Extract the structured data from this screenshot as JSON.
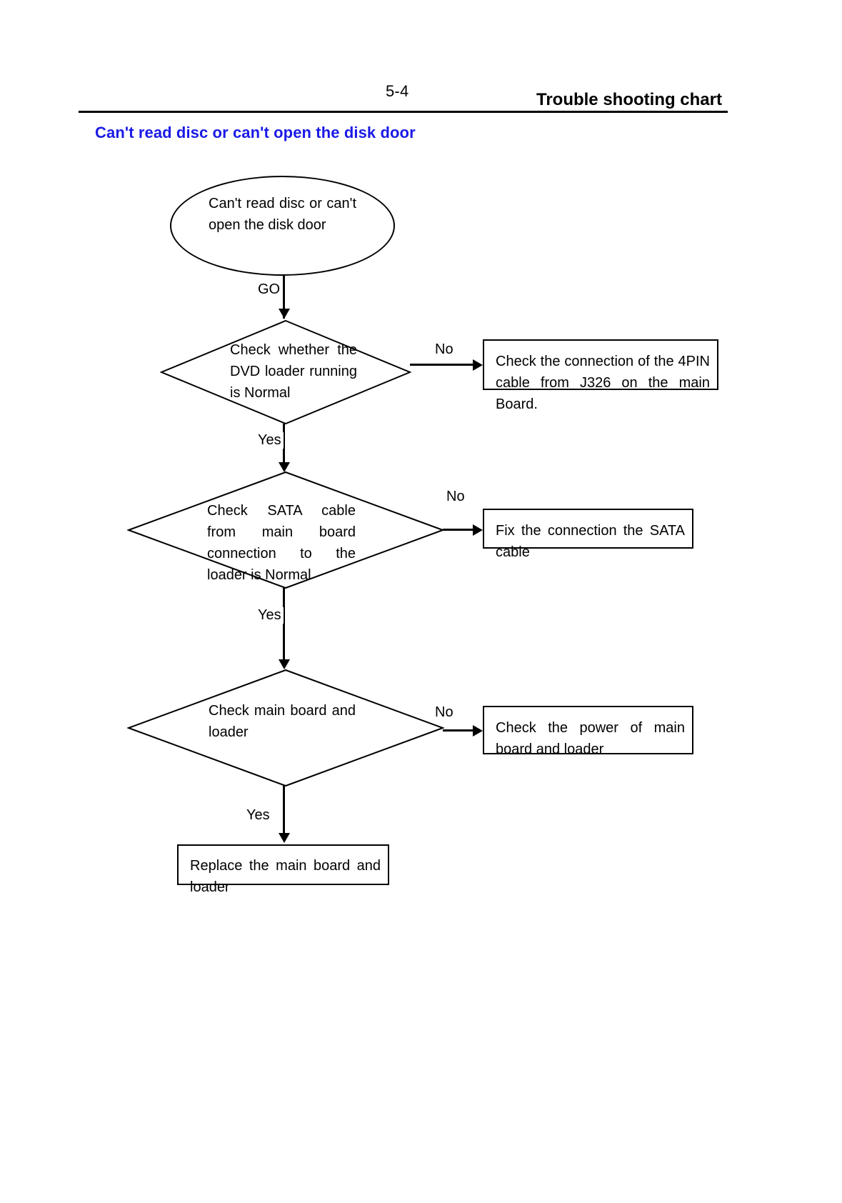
{
  "header": {
    "page_number": "5-4",
    "title": "Trouble shooting chart"
  },
  "section": {
    "heading": "Can't read disc or can't open the disk door"
  },
  "flowchart": {
    "start": {
      "label": "Can't read disc or can't open the disk door"
    },
    "edges": {
      "go": "GO",
      "yes": "Yes",
      "no": "No"
    },
    "steps": [
      {
        "decision": "Check whether the DVD loader running is Normal",
        "no_label": "No",
        "yes_label": "Yes",
        "action": "Check the connection of the 4PIN cable from J326 on the main Board."
      },
      {
        "decision": "Check SATA cable from main board connection to the loader is Normal",
        "no_label": "No",
        "yes_label": "Yes",
        "action": "Fix the connection the SATA cable"
      },
      {
        "decision": "Check main board and loader",
        "no_label": "No",
        "yes_label": "Yes",
        "action": "Check the power of main board and loader"
      }
    ],
    "end": {
      "label": "Replace the main board and loader"
    }
  }
}
